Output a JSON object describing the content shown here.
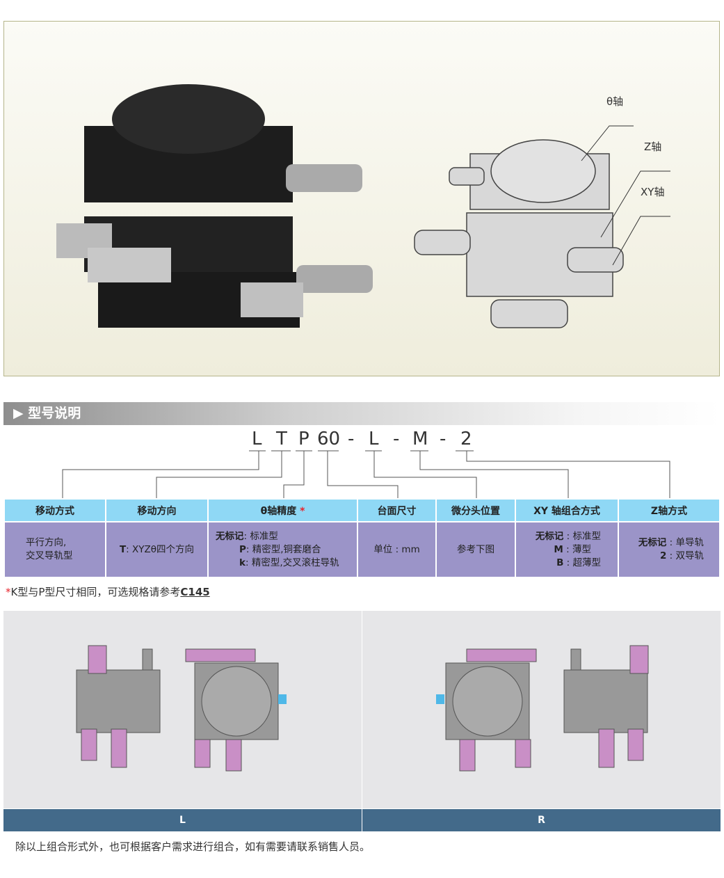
{
  "photo": {
    "labels": {
      "theta": "θ轴",
      "z": "Z轴",
      "xy": "XY轴"
    }
  },
  "section_title": "型号说明",
  "model_code": [
    "L",
    "T",
    "P",
    "60",
    "-",
    "L",
    "-",
    "M",
    "-",
    "2"
  ],
  "table": {
    "headers": [
      "移动方式",
      "移动方向",
      "θ轴精度",
      "台面尺寸",
      "微分头位置",
      "XY 轴组合方式",
      "Z轴方式"
    ],
    "asterisk": "*",
    "cells": {
      "c1": [
        "平行方向,",
        "交叉导轨型"
      ],
      "c2": {
        "key": "T",
        "text": "XYZθ四个方向"
      },
      "c3": [
        {
          "key": "无标记",
          "text": "标准型"
        },
        {
          "key": "P",
          "text": "精密型,铜套磨合"
        },
        {
          "key": "k",
          "text": "精密型,交叉滚柱导轨"
        }
      ],
      "c4": "单位 : mm",
      "c5": "参考下图",
      "c6": [
        {
          "key": "无标记",
          "text": "标准型"
        },
        {
          "key": "M",
          "text": "薄型"
        },
        {
          "key": "B",
          "text": "超薄型"
        }
      ],
      "c7": [
        {
          "key": "无标记",
          "text": "单导轨"
        },
        {
          "key": "2",
          "text": "双导轨"
        }
      ]
    }
  },
  "note": {
    "star": "*",
    "text": "K型与P型尺寸相同，可选规格请参考",
    "ref": "C145"
  },
  "layouts": [
    "L",
    "R"
  ],
  "footer": "除以上组合形式外，也可根据客户需求进行组合，如有需要请联系销售人员。",
  "colors": {
    "header_cell": "#8fd8f5",
    "body_cell": "#9b94c8",
    "bar": "#436a8a",
    "accent": "#e8242c",
    "part": "#c98fc6"
  }
}
